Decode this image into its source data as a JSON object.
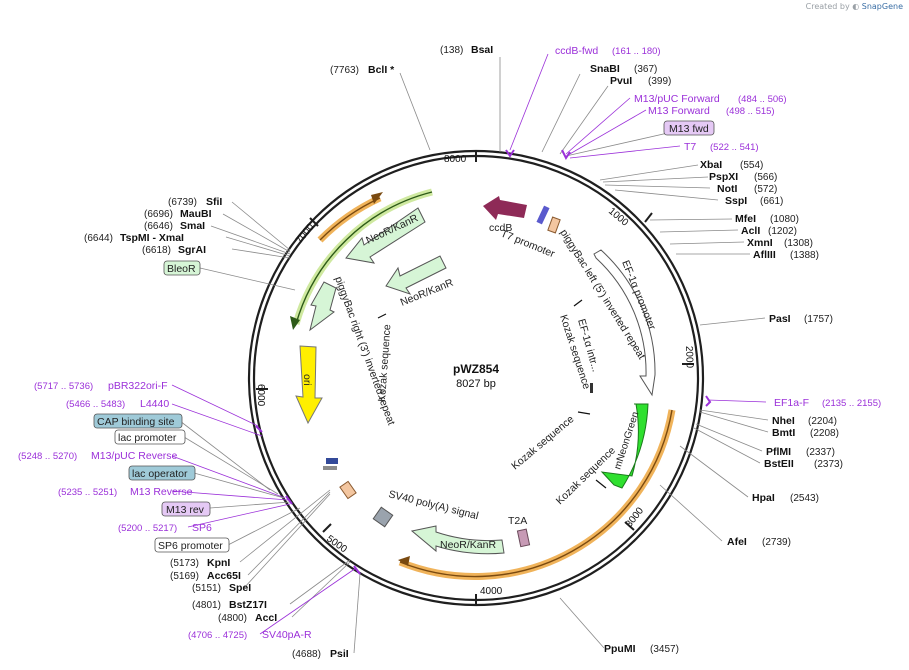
{
  "header": {
    "created_by": "Created by",
    "brand": "SnapGene"
  },
  "plasmid": {
    "name": "pWZ854",
    "size": "8027 bp"
  },
  "ticks": [
    "1000",
    "2000",
    "3000",
    "4000",
    "5000",
    "6000",
    "7000",
    "8000"
  ],
  "colors": {
    "backbone": "#1f1f1f",
    "enzyme_line": "#7a7a7a",
    "primer": "#9b30d9",
    "neo_arrow": "#d6f5d6",
    "green_arrow": "#2fe02f",
    "ori": "#ffef00",
    "ccdb": "#8e2a57",
    "orange_band": "#f0b35a"
  },
  "enzymes_left": [
    {
      "pos": "(7763)",
      "name": "BclI *"
    },
    {
      "pos": "(6739)",
      "name": "SfiI"
    },
    {
      "pos": "(6696)",
      "name": "MauBI"
    },
    {
      "pos": "(6646)",
      "name": "SmaI"
    },
    {
      "pos": "(6644)",
      "name": "TspMI - XmaI"
    },
    {
      "pos": "(6618)",
      "name": "SgrAI"
    },
    {
      "pos": "(5173)",
      "name": "KpnI"
    },
    {
      "pos": "(5169)",
      "name": "Acc65I"
    },
    {
      "pos": "(5151)",
      "name": "SpeI"
    },
    {
      "pos": "(4801)",
      "name": "BstZ17I"
    },
    {
      "pos": "(4800)",
      "name": "AccI"
    },
    {
      "pos": "(4688)",
      "name": "PsiI"
    }
  ],
  "enzymes_right": [
    {
      "pos": "(138)",
      "name": "BsaI"
    },
    {
      "pos": "(367)",
      "name": "SnaBI"
    },
    {
      "pos": "(399)",
      "name": "PvuI"
    },
    {
      "pos": "(554)",
      "name": "XbaI"
    },
    {
      "pos": "(566)",
      "name": "PspXI"
    },
    {
      "pos": "(572)",
      "name": "NotI"
    },
    {
      "pos": "(661)",
      "name": "SspI"
    },
    {
      "pos": "(1080)",
      "name": "MfeI"
    },
    {
      "pos": "(1202)",
      "name": "AclI"
    },
    {
      "pos": "(1308)",
      "name": "XmnI"
    },
    {
      "pos": "(1388)",
      "name": "AflIII"
    },
    {
      "pos": "(1757)",
      "name": "PasI"
    },
    {
      "pos": "(2204)",
      "name": "NheI"
    },
    {
      "pos": "(2208)",
      "name": "BmtI"
    },
    {
      "pos": "(2337)",
      "name": "PflMI"
    },
    {
      "pos": "(2373)",
      "name": "BstEII"
    },
    {
      "pos": "(2543)",
      "name": "HpaI"
    },
    {
      "pos": "(2739)",
      "name": "AfeI"
    },
    {
      "pos": "(3457)",
      "name": "PpuMI"
    }
  ],
  "primers": [
    {
      "name": "ccdB-fwd",
      "range": "(161 .. 180)"
    },
    {
      "name": "M13/pUC Forward",
      "range": "(484 .. 506)"
    },
    {
      "name": "M13 Forward",
      "range": "(498 .. 515)"
    },
    {
      "name": "T7",
      "range": "(522 .. 541)"
    },
    {
      "name": "EF1a-F",
      "range": "(2135 .. 2155)"
    },
    {
      "name": "pBR322ori-F",
      "range": "(5717 .. 5736)"
    },
    {
      "name": "L4440",
      "range": "(5466 .. 5483)"
    },
    {
      "name": "M13/pUC Reverse",
      "range": "(5248 .. 5270)"
    },
    {
      "name": "M13 Reverse",
      "range": "(5235 .. 5251)"
    },
    {
      "name": "SP6",
      "range": "(5200 .. 5217)"
    },
    {
      "name": "SV40pA-R",
      "range": "(4706 .. 4725)"
    }
  ],
  "boxed_labels": {
    "m13_fwd": "M13 fwd",
    "bleor": "BleoR",
    "cap_binding": "CAP binding site",
    "lac_promoter": "lac promoter",
    "lac_operator": "lac operator",
    "m13_rev": "M13 rev",
    "sp6_promoter": "SP6 promoter"
  },
  "features": {
    "ccdb": "ccdB",
    "t7_promoter": "T7 promoter",
    "piggybac_left": "piggyBac left (5') inverted repeat",
    "ef1a_promoter": "EF-1α promoter",
    "ef1a_intron": "EF-1α intr...",
    "kozak": "Kozak sequence",
    "mneongreen": "mNeonGreen",
    "t2a": "T2A",
    "neokanr": "NeoR/KanR",
    "sv40": "SV40 poly(A) signal",
    "piggybac_right": "piggyBac right (3') inverted repeat",
    "ori": "ori"
  }
}
